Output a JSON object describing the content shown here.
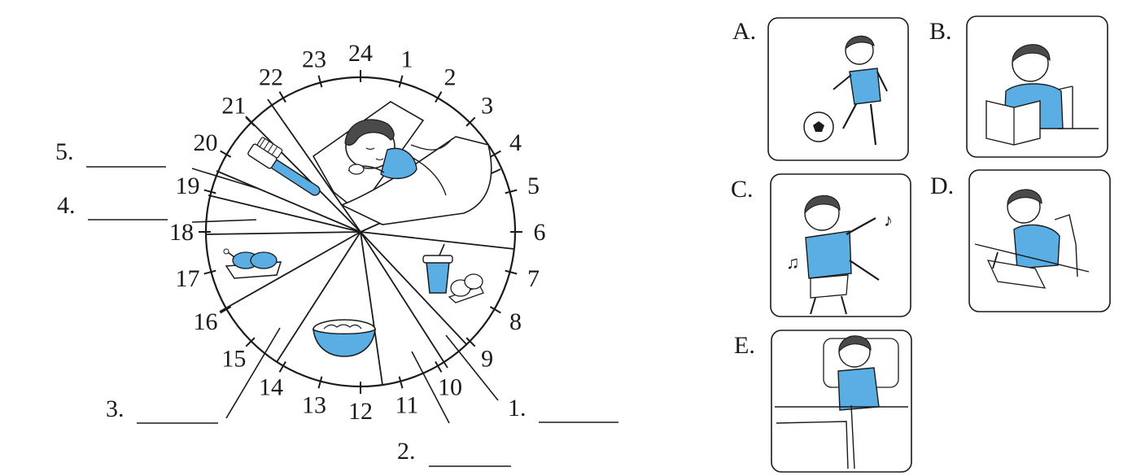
{
  "clock": {
    "hours": [
      "1",
      "2",
      "3",
      "4",
      "5",
      "6",
      "7",
      "8",
      "9",
      "10",
      "11",
      "12",
      "13",
      "14",
      "15",
      "16",
      "17",
      "18",
      "19",
      "20",
      "21",
      "22",
      "23",
      "24"
    ]
  },
  "blanks": [
    {
      "id": 1,
      "label": "1."
    },
    {
      "id": 2,
      "label": "2."
    },
    {
      "id": 3,
      "label": "3."
    },
    {
      "id": 4,
      "label": "4."
    },
    {
      "id": 5,
      "label": "5."
    }
  ],
  "options": [
    {
      "letter": "A.",
      "activity": "playing-football-icon"
    },
    {
      "letter": "B.",
      "activity": "reading-book-icon"
    },
    {
      "letter": "C.",
      "activity": "dancing-icon"
    },
    {
      "letter": "D.",
      "activity": "writing-homework-icon"
    },
    {
      "letter": "E.",
      "activity": "getting-up-icon"
    }
  ],
  "colors": {
    "accent": "#5aaee3",
    "ink": "#1a1a1a"
  }
}
